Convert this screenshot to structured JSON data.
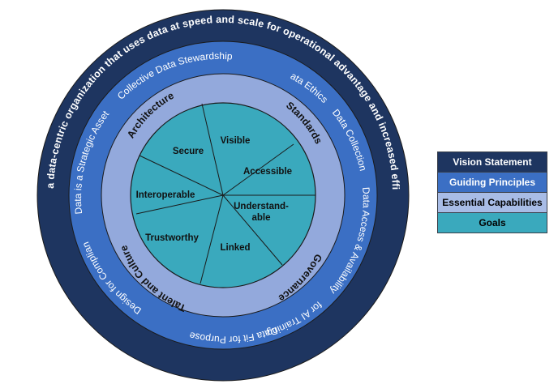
{
  "colors": {
    "vision": "#1e3560",
    "guiding": "#3b6fc4",
    "essential": "#93a9dc",
    "goals": "#3aa9bd",
    "stroke": "#1a1a1a"
  },
  "vision_statement": "DoD is a data-centric organization that uses data at speed and scale for operational advantage and increased efficiency.",
  "guiding_principles": [
    "Collective Data Stewardship",
    "Data Ethics",
    "Data Collection",
    "Data Access & Availability",
    "Data for AI Training",
    "Data Fit for Purpose",
    "Design for Compliance",
    "Data is a Strategic Asset"
  ],
  "essential_capabilities": [
    "Architecture",
    "Standards",
    "Governance",
    "Talent and Culture"
  ],
  "goals": [
    {
      "lines": [
        "Visible"
      ]
    },
    {
      "lines": [
        "Accessible"
      ]
    },
    {
      "lines": [
        "Understand-",
        "able"
      ]
    },
    {
      "lines": [
        "Linked"
      ]
    },
    {
      "lines": [
        "Trustworthy"
      ]
    },
    {
      "lines": [
        "Interoperable"
      ]
    },
    {
      "lines": [
        "Secure"
      ]
    }
  ],
  "legend": [
    {
      "label": "Vision Statement",
      "bg": "#1e3560",
      "fg": "#ffffff"
    },
    {
      "label": "Guiding Principles",
      "bg": "#3b6fc4",
      "fg": "#ffffff"
    },
    {
      "label": "Essential Capabilities",
      "bg": "#a8bce6",
      "fg": "#000000"
    },
    {
      "label": "Goals",
      "bg": "#3aa9bd",
      "fg": "#000000"
    }
  ]
}
